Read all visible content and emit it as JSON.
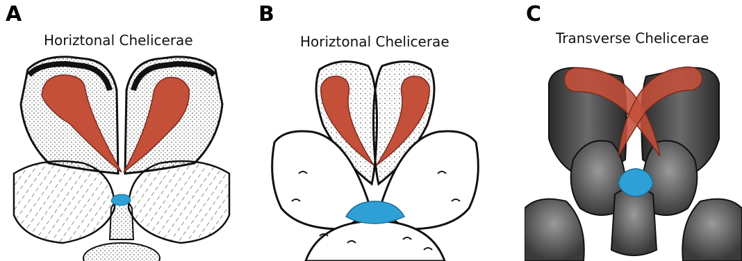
{
  "panels": [
    {
      "letter": "A",
      "title": "Horiztonal Chelicerae"
    },
    {
      "letter": "B",
      "title": "Horiztonal Chelicerae"
    },
    {
      "letter": "C",
      "title": "Transverse Chelicerae"
    }
  ],
  "colors": {
    "chelicera_highlight": "#c4503a",
    "labrum_highlight": "#2ea0d6",
    "ink": "#111111",
    "shading_dark": "#3a3a3a"
  }
}
